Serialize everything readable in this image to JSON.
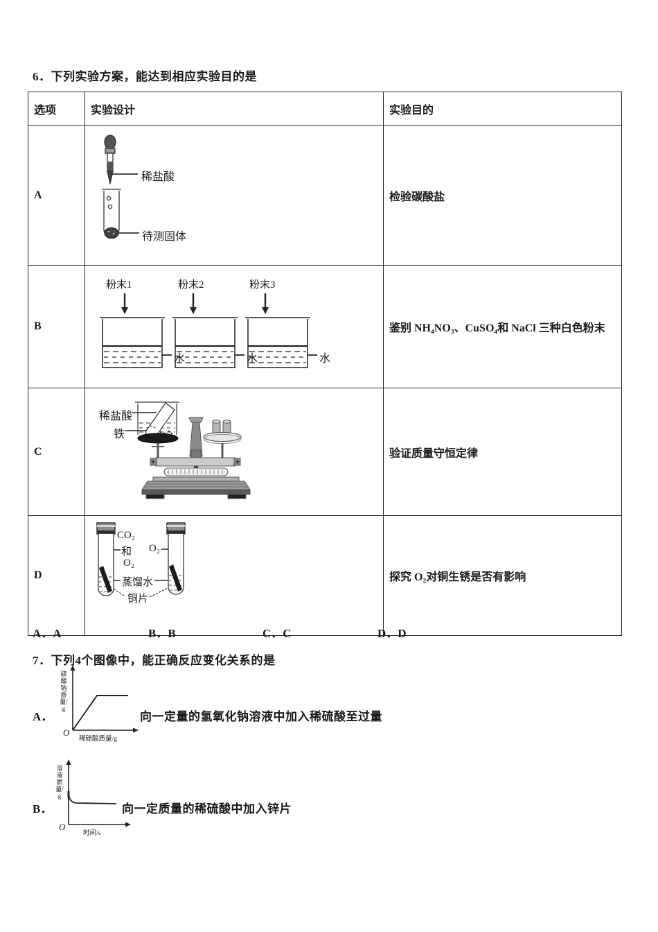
{
  "colors": {
    "ink": "#1a1a1a",
    "paper": "#ffffff",
    "diagram_gray": "#888888"
  },
  "question6": {
    "stem": "6．下列实验方案，能达到相应实验目的是",
    "table": {
      "headers": [
        "选项",
        "实验设计",
        "实验目的"
      ],
      "rows": [
        {
          "option": "A",
          "purpose": "检验碳酸盐",
          "labels": {
            "dropper_liquid": "稀盐酸",
            "solid": "待测固体"
          }
        },
        {
          "option": "B",
          "purpose": "鉴别 NH₄NO₃、CuSO₄和 NaCl 三种白色粉末",
          "labels": {
            "powder1": "粉末1",
            "powder2": "粉末2",
            "powder3": "粉末3",
            "water": "水"
          }
        },
        {
          "option": "C",
          "purpose": "验证质量守恒定律",
          "labels": {
            "acid": "稀盐酸",
            "iron": "铁"
          }
        },
        {
          "option": "D",
          "purpose": "探究 O₂对铜生锈是否有影响",
          "labels": {
            "gas_mix_line1": "CO₂",
            "gas_mix_line2": "和",
            "gas_mix_line3": "O₂",
            "gas_right": "O₂",
            "distilled_water": "蒸馏水",
            "copper": "铜片"
          }
        }
      ]
    },
    "answer_choices": [
      "A．A",
      "B．B",
      "C．C",
      "D．D"
    ]
  },
  "question7": {
    "stem": "7．下列4个图像中，能正确反应变化关系的是",
    "options": [
      {
        "label": "A．",
        "caption": "向一定量的氢氧化钠溶液中加入稀硫酸至过量",
        "graph": {
          "ylabel": "硫酸钠质量/g",
          "xlabel": "稀硫酸质量/g",
          "origin": "O"
        }
      },
      {
        "label": "B．",
        "caption": "向一定质量的稀硫酸中加入锌片",
        "graph": {
          "ylabel": "溶液质量/g",
          "xlabel": "时间/s",
          "origin": "O"
        }
      }
    ]
  },
  "chart_data": [
    {
      "type": "line",
      "title": "Q7 option A",
      "xlabel": "稀硫酸质量/g",
      "ylabel": "硫酸钠质量/g",
      "origin_label": "O",
      "series": [
        {
          "name": "硫酸钠质量",
          "x": [
            0,
            0.42,
            1.0
          ],
          "y": [
            0,
            0.6,
            0.6
          ]
        }
      ],
      "shape": "rises linearly from origin then plateaus horizontally",
      "grid": false,
      "legend": false
    },
    {
      "type": "line",
      "title": "Q7 option B",
      "xlabel": "时间/s",
      "ylabel": "溶液质量/g",
      "origin_label": "O",
      "series": [
        {
          "name": "溶液质量",
          "x": [
            0,
            0.05,
            0.15,
            1.0
          ],
          "y": [
            0.5,
            0.38,
            0.35,
            0.34
          ]
        }
      ],
      "shape": "starts at a positive value on y-axis, drops quickly, then nearly flat",
      "grid": false,
      "legend": false
    }
  ]
}
